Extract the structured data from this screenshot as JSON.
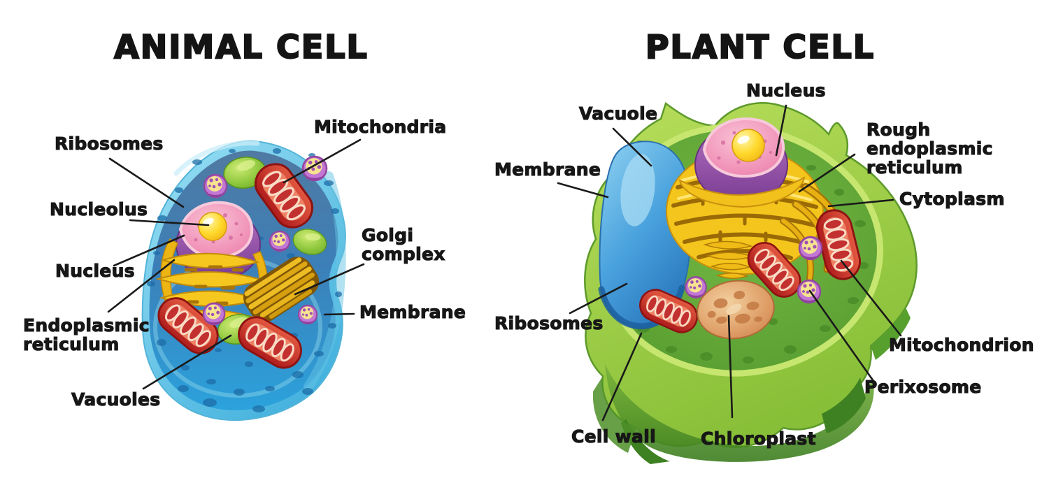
{
  "figure_type": "labeled-biology-diagram",
  "animal_cell": {
    "title": "ANIMAL CELL",
    "labels": {
      "ribosomes": "Ribosomes",
      "nucleolus": "Nucleolus",
      "nucleus": "Nucleus",
      "endoplasmic_reticulum": "Endoplasmic\nreticulum",
      "vacuoles": "Vacuoles",
      "mitochondria": "Mitochondria",
      "golgi_complex": "Golgi\ncomplex",
      "membrane": "Membrane"
    }
  },
  "plant_cell": {
    "title": "PLANT CELL",
    "labels": {
      "nucleus": "Nucleus",
      "vacuole": "Vacuole",
      "membrane": "Membrane",
      "ribosomes": "Ribosomes",
      "cell_wall": "Cell wall",
      "chloroplast": "Chloroplast",
      "rough_endoplasmic_reticulum": "Rough\nendoplasmic\nreticulum",
      "cytoplasm": "Cytoplasm",
      "mitochondrion": "Mitochondrion",
      "perixosome": "Perixosome"
    }
  },
  "colors": {
    "background": "#ffffff",
    "label_text": "#171717",
    "leader_line": "#1a1a1a",
    "animal_membrane_cyan": "#8edcf2",
    "animal_cytoplasm_blue": "#3c7fb8",
    "animal_cytoplasm_bottom_blue": "#2ba2dc",
    "plant_cell_wall_green": "#a8d44c",
    "plant_cytoplasm_green": "#5ea636",
    "vacuole_blue": "#3e9ad8",
    "nucleus_pink": "#f090b6",
    "nucleus_envelope_purple": "#9354a8",
    "nucleolus_yellow": "#ffd92e",
    "golgi_yellow": "#f4c51c",
    "golgi_complex_mustard": "#dca614",
    "mitochondria_red": "#c62828",
    "organelle_green": "#8cc63c",
    "lysosome_purple": "#c377d4",
    "chloroplast_tan": "#dd9a62"
  }
}
